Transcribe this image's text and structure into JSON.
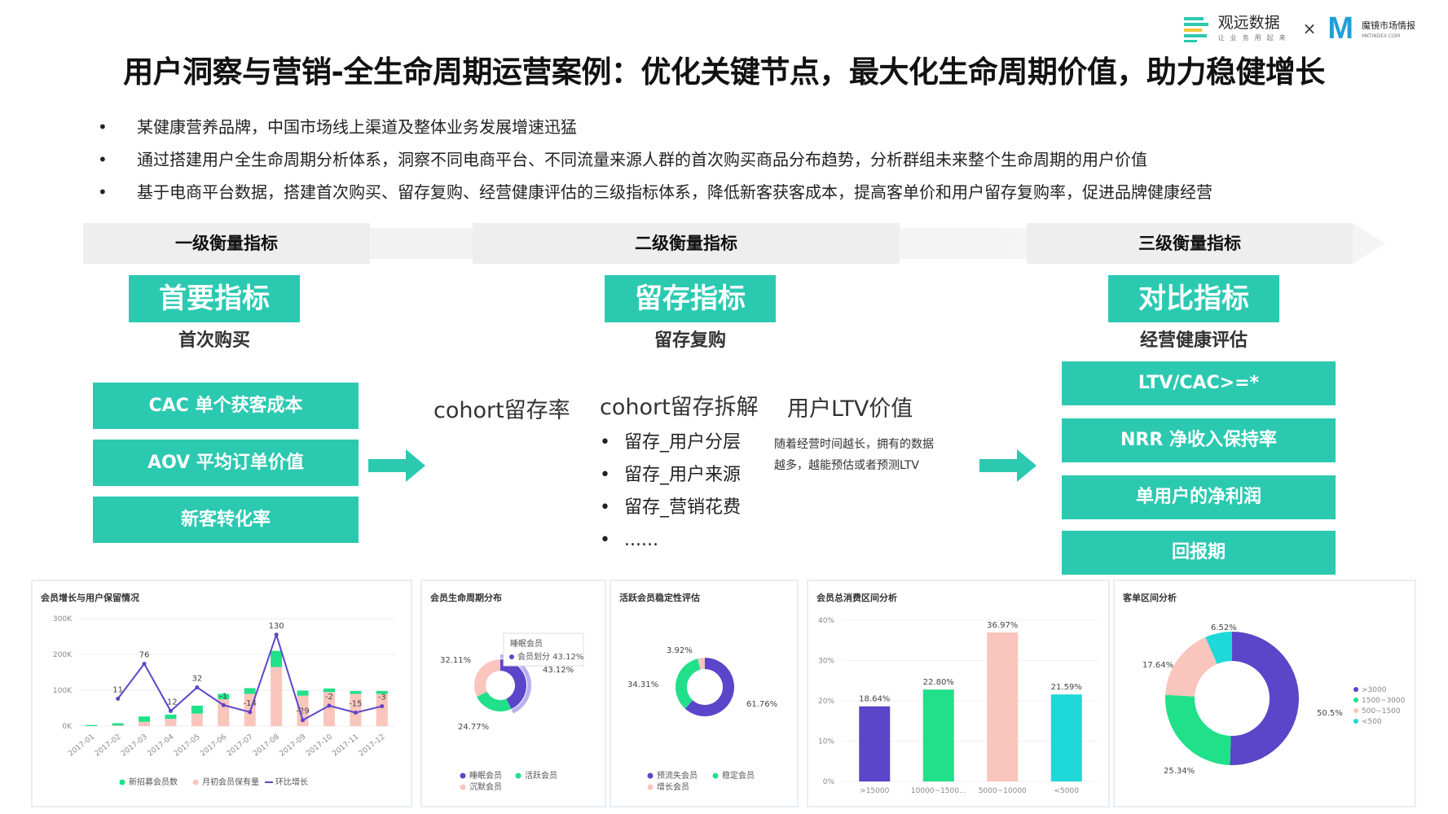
{
  "logo": {
    "brand1_name": "观远数据",
    "brand1_slogan": "让业务用起来",
    "times": "×",
    "brand2_mark": "M",
    "brand2_name": "魔镜市场情报",
    "brand2_url": "MKTINDEX.COM"
  },
  "title": "用户洞察与营销-全生命周期运营案例：优化关键节点，最大化生命周期价值，助力稳健增长",
  "bullets": [
    "某健康营养品牌，中国市场线上渠道及整体业务发展增速迅猛",
    "通过搭建用户全生命周期分析体系，洞察不同电商平台、不同流量来源人群的首次购买商品分布趋势，分析群组未来整个生命周期的用户价值",
    "基于电商平台数据，搭建首次购买、留存复购、经营健康评估的三级指标体系，降低新客获客成本，提高客单价和用户留存复购率，促进品牌健康经营"
  ],
  "levels": {
    "l1": "一级衡量指标",
    "l2": "二级衡量指标",
    "l3": "三级衡量指标"
  },
  "col1": {
    "header": "首要指标",
    "sub": "首次购买",
    "boxes": [
      "CAC 单个获客成本",
      "AOV 平均订单价值",
      "新客转化率"
    ]
  },
  "col2": {
    "header": "留存指标",
    "sub": "留存复购",
    "cohort_rate": "cohort留存率",
    "cohort_split": "cohort留存拆解",
    "ltv": "用户LTV价值",
    "items": [
      "留存_用户分层",
      "留存_用户来源",
      "留存_营销花费",
      "......"
    ],
    "note_line1": "随着经营时间越长，拥有的数据",
    "note_line2": "越多，越能预估或者预测LTV"
  },
  "col3": {
    "header": "对比指标",
    "sub": "经营健康评估",
    "boxes": [
      "LTV/CAC>=*",
      "NRR 净收入保持率",
      "单用户的净利润",
      "回报期"
    ]
  },
  "colors": {
    "teal": "#2cc9b1",
    "purple": "#5b45c8",
    "green": "#21e08a",
    "pink": "#f9c5bc",
    "cyan": "#1fd8d8"
  },
  "chart_data": [
    {
      "type": "bar",
      "title": "会员增长与用户保留情况",
      "categories": [
        "2017-01",
        "2017-02",
        "2017-03",
        "2017-04",
        "2017-05",
        "2017-06",
        "2017-07",
        "2017-08",
        "2017-09",
        "2017-10",
        "2017-11",
        "2017-12"
      ],
      "yticks": [
        "0K",
        "100K",
        "200K",
        "300K"
      ],
      "ylim": [
        0,
        300
      ],
      "series": [
        {
          "name": "新招募会员数",
          "color": "#21e08a",
          "values": [
            3,
            6,
            15,
            12,
            22,
            15,
            16,
            45,
            14,
            10,
            8,
            8
          ]
        },
        {
          "name": "月初会员保有量",
          "color": "#f9c5bc",
          "values": [
            0,
            2,
            12,
            20,
            35,
            75,
            90,
            165,
            85,
            95,
            90,
            90
          ]
        },
        {
          "name": "环比增长",
          "color": "#5b45c8",
          "values": [
            null,
            11,
            76,
            -12,
            32,
            -1,
            -14,
            130,
            -29,
            -2,
            -15,
            -3
          ]
        }
      ],
      "labels": [
        "",
        "11",
        "76",
        "-12",
        "32",
        "-1",
        "-14",
        "130",
        "-29",
        "-2",
        "-15",
        "-3"
      ]
    },
    {
      "type": "pie",
      "title": "会员生命周期分布",
      "series": [
        {
          "name": "睡眠会员",
          "value": 43.12,
          "color": "#5b45c8"
        },
        {
          "name": "活跃会员",
          "value": 24.77,
          "color": "#21e08a"
        },
        {
          "name": "沉默会员",
          "value": 32.11,
          "color": "#f9c5bc"
        }
      ],
      "labels": [
        "43.12%",
        "24.77%",
        "32.11%"
      ],
      "tooltip_title": "睡眠会员",
      "tooltip_text": "会员划分 43.12%"
    },
    {
      "type": "pie",
      "title": "活跃会员稳定性评估",
      "series": [
        {
          "name": "预流失会员",
          "value": 61.76,
          "color": "#5b45c8"
        },
        {
          "name": "稳定会员",
          "value": 34.31,
          "color": "#21e08a"
        },
        {
          "name": "增长会员",
          "value": 3.92,
          "color": "#f9c5bc"
        }
      ],
      "labels": [
        "61.76%",
        "34.31%",
        "3.92%"
      ]
    },
    {
      "type": "bar",
      "title": "会员总消费区间分析",
      "categories": [
        ">15000",
        "10000~1500...",
        "5000~10000",
        "<5000"
      ],
      "values": [
        18.64,
        22.8,
        36.97,
        21.59
      ],
      "colors": [
        "#5b45c8",
        "#21e08a",
        "#f9c5bc",
        "#1fd8d8"
      ],
      "labels": [
        "18.64%",
        "22.80%",
        "36.97%",
        "21.59%"
      ],
      "yticks": [
        "0%",
        "10%",
        "20%",
        "30%",
        "40%"
      ],
      "ylim": [
        0,
        40
      ]
    },
    {
      "type": "pie",
      "title": "客单区间分析",
      "series": [
        {
          "name": ">3000",
          "value": 50.5,
          "color": "#5b45c8"
        },
        {
          "name": "1500~3000",
          "value": 25.34,
          "color": "#21e08a"
        },
        {
          "name": "500~1500",
          "value": 17.64,
          "color": "#f9c5bc"
        },
        {
          "name": "<500",
          "value": 6.52,
          "color": "#1fd8d8"
        }
      ],
      "labels": [
        "50.5%",
        "25.34%",
        "17.64%",
        "6.52%"
      ]
    }
  ]
}
